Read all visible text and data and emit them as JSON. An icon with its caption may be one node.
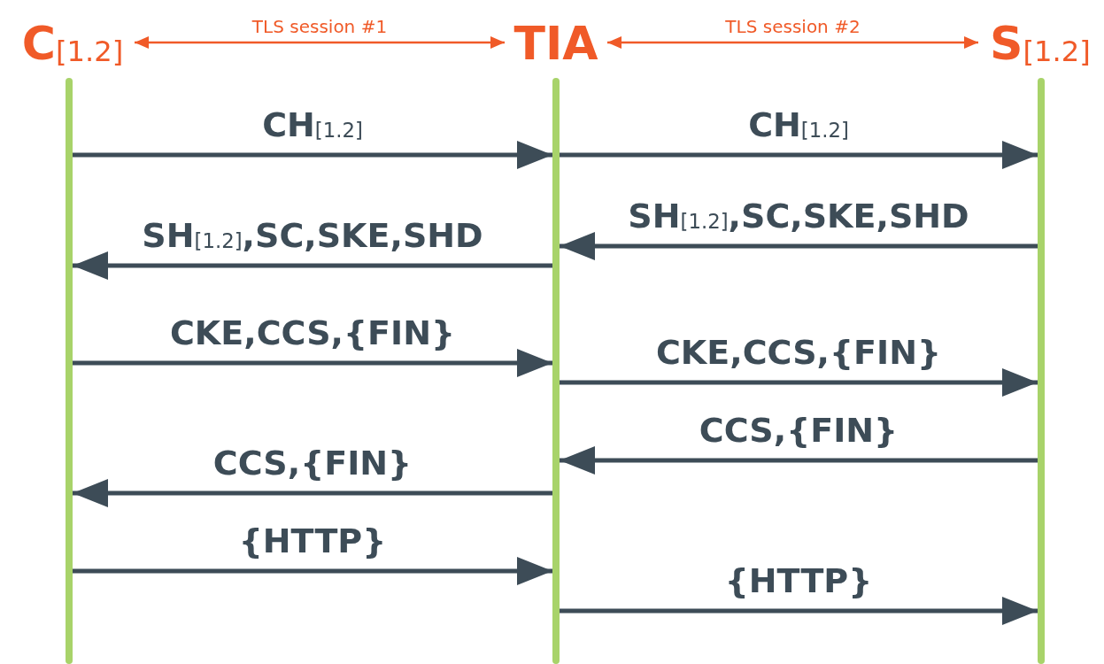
{
  "diagram": {
    "nodes": [
      {
        "text": [
          "C$_{[1.2]}$"
        ]
      },
      {
        "text": [
          "TIA"
        ]
      },
      {
        "text": [
          "S$_{[1.2]}$"
        ]
      },
      {
        "text": [],
        "shape": "bar"
      },
      {
        "text": [],
        "shape": "bar"
      },
      {
        "text": [],
        "shape": "bar"
      }
    ],
    "edges": [
      {
        "from": 0,
        "to": 1,
        "arrow": "both",
        "label": "TLS session #1",
        "color": "#f05a28"
      },
      {
        "from": 1,
        "to": 2,
        "arrow": "both",
        "label": "TLS session #2",
        "color": "#f05a28"
      },
      {
        "from": 3,
        "to": 4,
        "arrow": "to",
        "label": "CH$_{[1.2]}$"
      },
      {
        "from": 4,
        "to": 5,
        "arrow": "to",
        "label": "CH$_{[1.2]}$"
      },
      {
        "from": 5,
        "to": 4,
        "arrow": "to",
        "label": "SH$_{[1.2]}$,SC,SKE,SHD"
      },
      {
        "from": 4,
        "to": 3,
        "arrow": "to",
        "label": "SH$_{[1.2]}$,SC,SKE,SHD"
      },
      {
        "from": 3,
        "to": 4,
        "arrow": "to",
        "label": "CKE,CCS,{FIN}"
      },
      {
        "from": 4,
        "to": 5,
        "arrow": "to",
        "label": "CKE,CCS,{FIN}"
      },
      {
        "from": 5,
        "to": 4,
        "arrow": "to",
        "label": "CCS,{FIN}"
      },
      {
        "from": 4,
        "to": 3,
        "arrow": "to",
        "label": "CCS,{FIN}"
      },
      {
        "from": 3,
        "to": 4,
        "arrow": "to",
        "label": "{HTTP}"
      },
      {
        "from": 4,
        "to": 5,
        "arrow": "to",
        "label": "{HTTP}"
      }
    ]
  }
}
